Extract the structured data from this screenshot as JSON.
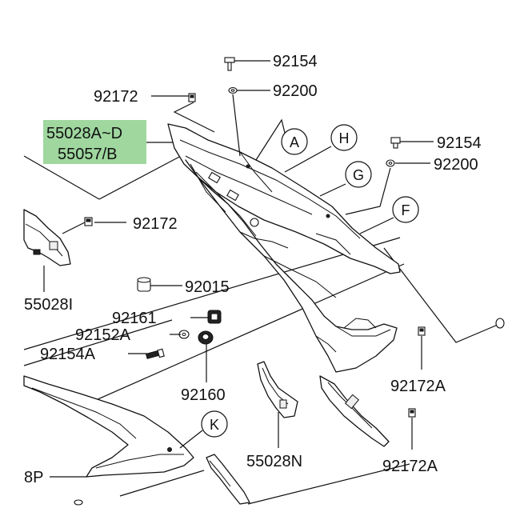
{
  "colors": {
    "highlight": "#9fd79f",
    "line": "#111111"
  },
  "labels": {
    "p92154_top": "92154",
    "p92200_top": "92200",
    "p92172_top": "92172",
    "p55028AD": "55028A~D",
    "p55057B": "55057/B",
    "p92154_right": "92154",
    "p92200_right": "92200",
    "p92172_left": "92172",
    "p55028I": "55028I",
    "p92015": "92015",
    "p92161": "92161",
    "p92152A": "92152A",
    "p92154A": "92154A",
    "p92160": "92160",
    "p92172A_a": "92172A",
    "p92172A_b": "92172A",
    "p55028N": "55028N",
    "p8P": "8P"
  },
  "callouts": {
    "A": "A",
    "H": "H",
    "G": "G",
    "F": "F",
    "K": "K"
  }
}
